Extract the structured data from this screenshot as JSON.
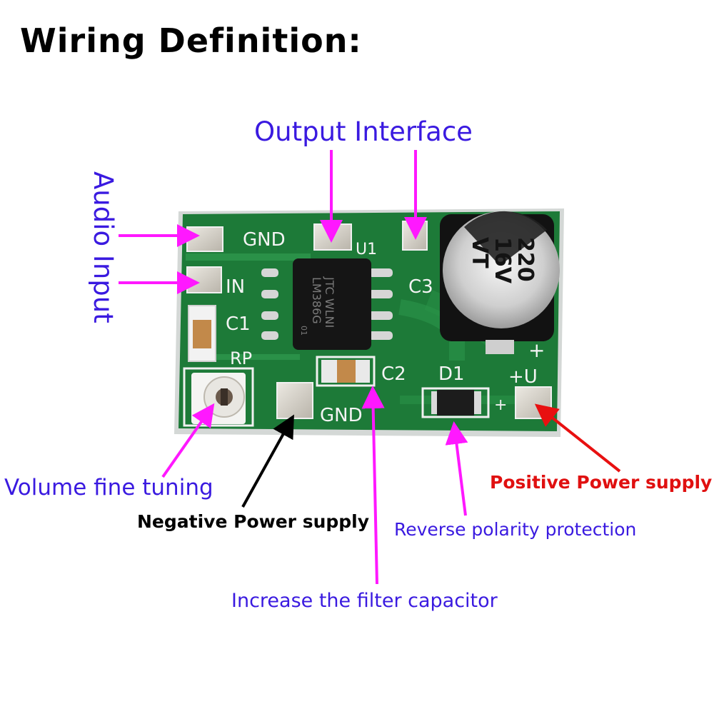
{
  "title": "Wiring Definition:",
  "labels": {
    "output_interface": "Output Interface",
    "audio_input": "Audio Input",
    "volume_fine_tuning": "Volume fine tuning",
    "negative_power_supply": "Negative Power supply",
    "positive_power_supply": "Positive Power supply",
    "reverse_polarity_protection": "Reverse polarity protection",
    "increase_filter_capacitor": "Increase the filter capacitor"
  },
  "board": {
    "silkscreen": {
      "gnd_top": "GND",
      "in": "IN",
      "c1": "C1",
      "rp": "RP",
      "gnd_bottom": "GND",
      "c2": "C2",
      "d1": "D1",
      "plus_u": "+U",
      "plus": "+",
      "c3": "C3",
      "u1": "U1"
    },
    "chip_markings": {
      "line1": "JTC WLNI",
      "line2": "LM386G",
      "line3": "01"
    },
    "capacitor_markings": {
      "line1": "220",
      "line2": "16V",
      "line3": "VT"
    }
  },
  "colors": {
    "board_green": "#1d7a38",
    "pad_silver": "#d8d4cc",
    "pointer_magenta": "#ff18ff",
    "pointer_black": "#000000",
    "pointer_red": "#e81010",
    "label_blue": "#3a1ae0",
    "label_red": "#e01010"
  }
}
